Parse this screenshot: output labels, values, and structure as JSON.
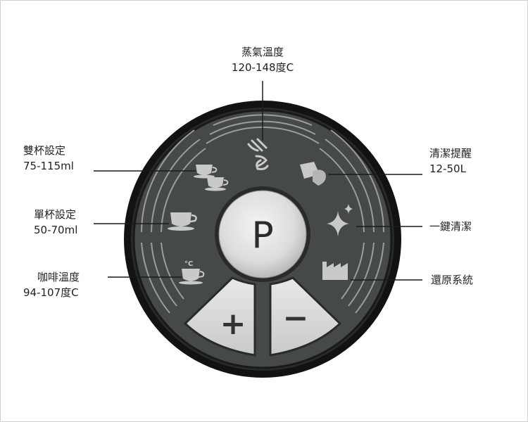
{
  "labels": {
    "steam_temp": {
      "title": "蒸氣溫度",
      "range": "120-148度C"
    },
    "double_cup": {
      "title": "雙杯設定",
      "range": "75-115ml"
    },
    "single_cup": {
      "title": "單杯設定",
      "range": "50-70ml"
    },
    "coffee_temp": {
      "title": "咖啡溫度",
      "range": "94-107度C"
    },
    "clean_reminder": {
      "title": "清潔提醒",
      "range": "12-50L"
    },
    "one_key_clean": {
      "title": "一鍵清潔"
    },
    "factory_reset": {
      "title": "還原系統"
    }
  },
  "buttons": {
    "program": "P",
    "plus": "+",
    "minus": "−"
  },
  "icons": {
    "steam": "steam-icon",
    "double_cup": "double-cup-icon",
    "single_cup": "single-cup-icon",
    "coffee_temp": "coffee-temp-cup-icon",
    "clean_reminder": "cleaning-cloth-icon",
    "one_key_clean": "sparkle-icon",
    "factory_reset": "factory-icon"
  },
  "temp_unit_mark": "°C",
  "colors": {
    "bezel": "#1c1c1c",
    "panel": "#46494a",
    "icon": "#c9c9c9",
    "button_face": "#d9d9d9"
  }
}
